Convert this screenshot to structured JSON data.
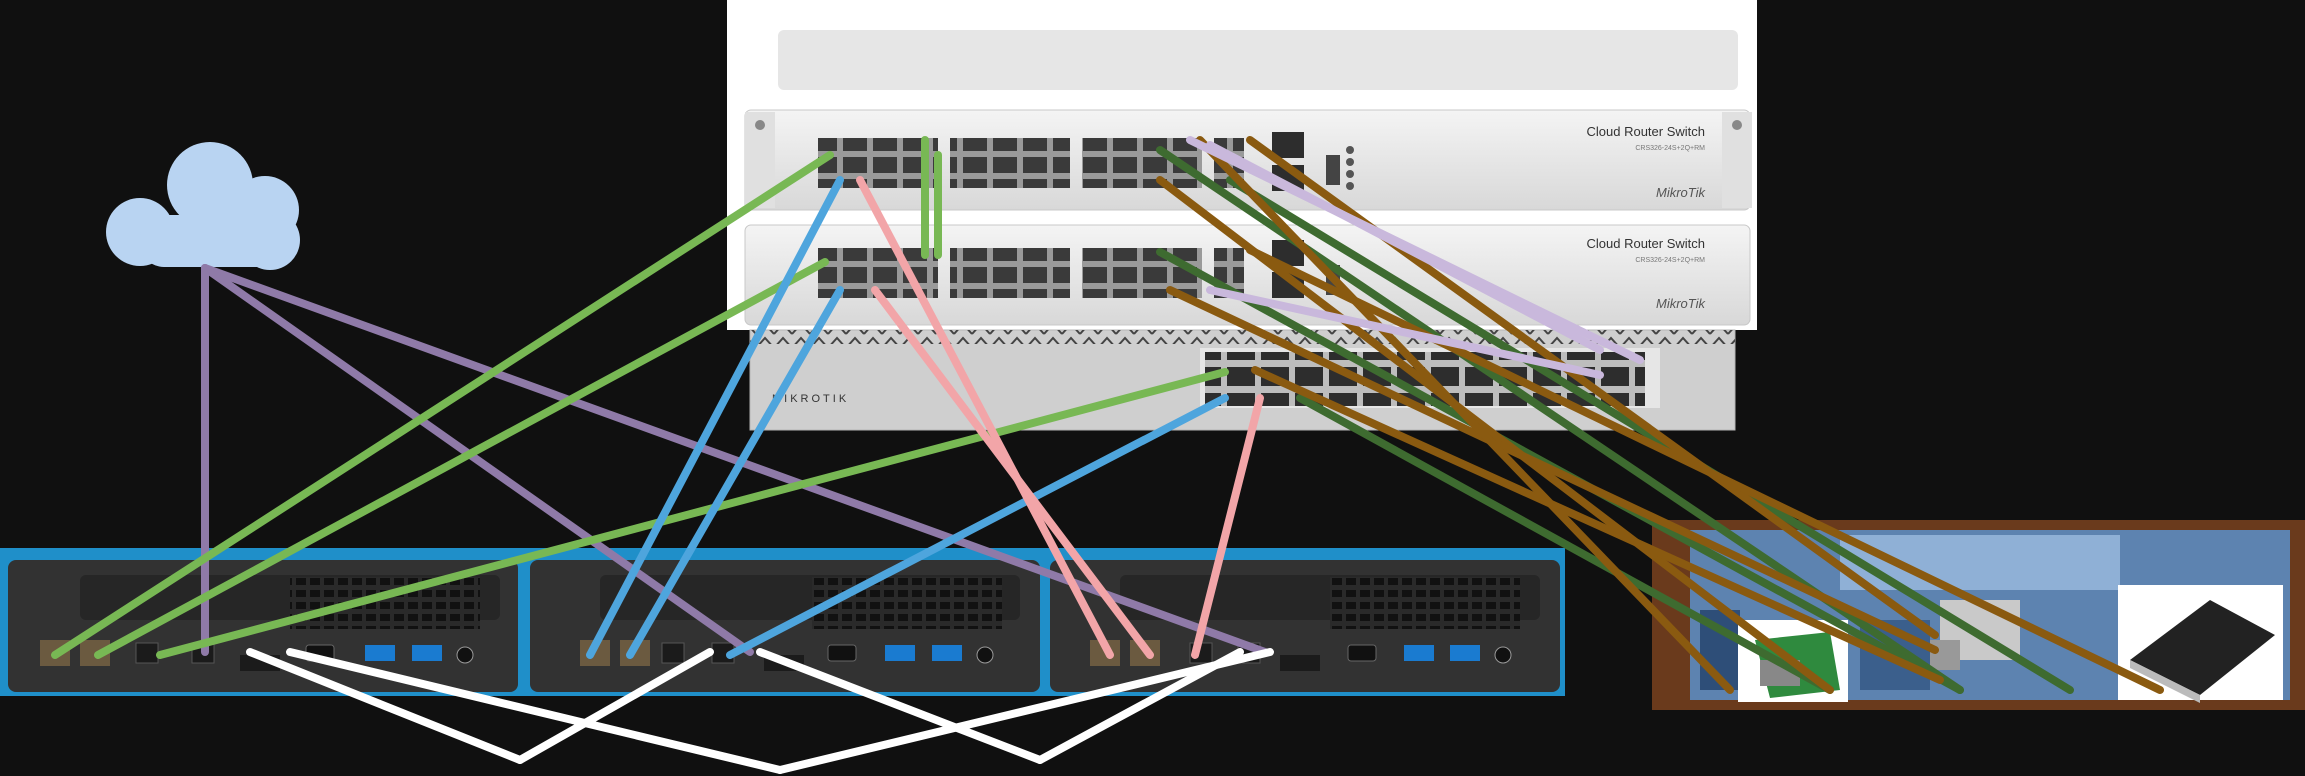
{
  "switch_top": {
    "model_label": "Cloud Router Switch",
    "sub_label": "CRS326-24S+2Q+RM",
    "brand": "MikroTik"
  },
  "switch_mid": {
    "model_label": "Cloud Router Switch",
    "sub_label": "CRS326-24S+2Q+RM",
    "brand": "MikroTik"
  },
  "switch_low": {
    "brand": "MIKROTIK"
  },
  "colors": {
    "background": "#101010",
    "link_green": "#78b854",
    "link_dark_green": "#3e6b30",
    "link_purple": "#8f7aa8",
    "link_lavender": "#c9b8dc",
    "link_blue": "#4ea5dd",
    "link_pink": "#f2a5a8",
    "link_brown": "#8a5a10",
    "link_white": "#ffffff",
    "cloud": "#b9d4f2",
    "server_trim": "#1f8fc9"
  },
  "icons": [
    "cloud-icon",
    "sfp-switch",
    "rj45-switch",
    "mini-server",
    "motherboard",
    "nic-card"
  ]
}
